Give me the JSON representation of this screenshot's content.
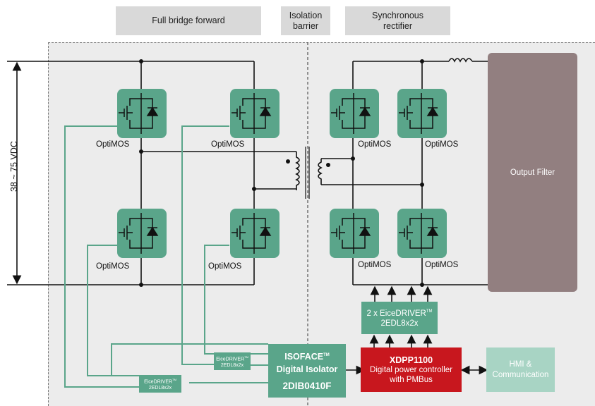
{
  "headers": {
    "full_bridge": "Full bridge forward",
    "isolation_l1": "Isolation",
    "isolation_l2": "barrier",
    "sync_l1": "Synchronous",
    "sync_l2": "rectifier"
  },
  "input_voltage": "38 ~ 75 VDC",
  "mosfet_label": "OptiMOS",
  "output_filter": "Output Filter",
  "eicedriver_top": {
    "l1": "2 x EiceDRIVER",
    "tm": "TM",
    "l2": "2EDL8x2x"
  },
  "eicedriver_small": {
    "l1": "EiceDRIVER",
    "tm": "TM",
    "l2": "2EDL8x2x"
  },
  "isoface": {
    "l1": "ISOFACE",
    "tm": "TM",
    "l2": "Digital Isolator",
    "l3": "2DIB0410F"
  },
  "xdpp": {
    "l1": "XDPP1100",
    "l2": "Digital power controller",
    "l3": "with PMBus"
  },
  "hmi": {
    "l1": "HMI &",
    "l2": "Communication"
  },
  "colors": {
    "mosfet": "#5aa58a",
    "xdpp": "#c8171e",
    "hmi": "#a8d4c4",
    "filter": "#927f80",
    "header": "#d9d9d9"
  }
}
